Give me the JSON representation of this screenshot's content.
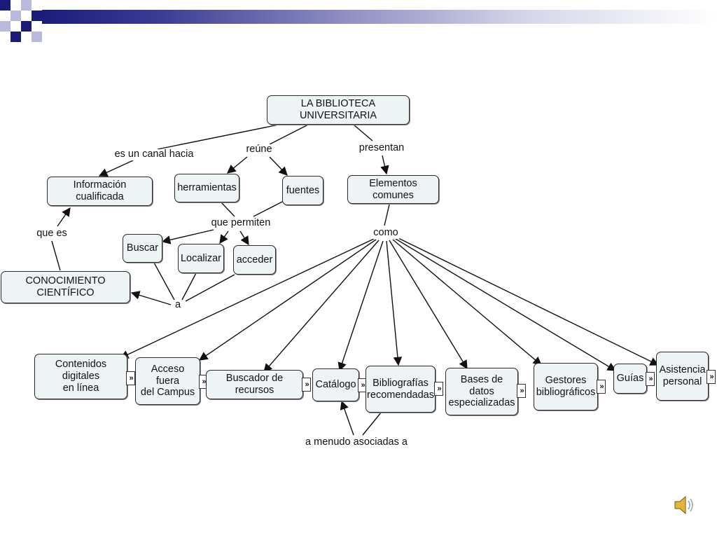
{
  "concepts": {
    "biblioteca": "LA BIBLIOTECA UNIVERSITARIA",
    "informacion": "Información cualificada",
    "herramientas": "herramientas",
    "fuentes": "fuentes",
    "elementos": "Elementos comunes",
    "buscar": "Buscar",
    "localizar": "Localizar",
    "acceder": "acceder",
    "conocimiento": "CONOCIMIENTO CIENTÍFICO",
    "contenidos_1": "Contenidos digitales",
    "contenidos_2": "en línea",
    "acceso_1": "Acceso fuera",
    "acceso_2": "del Campus",
    "buscador": "Buscador de recursos",
    "catalogo": "Catálogo",
    "bibliografias_1": "Bibliografías",
    "bibliografias_2": "recomendadas",
    "bases_1": "Bases de datos",
    "bases_2": "especializadas",
    "gestores_1": "Gestores",
    "gestores_2": "bibliográficos",
    "guias": "Guías",
    "asistencia_1": "Asistencia",
    "asistencia_2": "personal"
  },
  "links": {
    "canal": "es un canal hacia",
    "reune": "reúne",
    "presentan": "presentan",
    "que_es": "que es",
    "que_permiten": "que permiten",
    "como": "como",
    "a": "a",
    "asociadas": "a menudo asociadas a"
  },
  "expand_glyph": "»",
  "icons": {
    "expand": "double-chevron-icon",
    "audio": "speaker-icon"
  },
  "colors": {
    "node_fill": "#eef3f6",
    "node_border": "#2b2b2b",
    "header_dark": "#1b1b7a",
    "header_light": "#b9b9dc"
  }
}
